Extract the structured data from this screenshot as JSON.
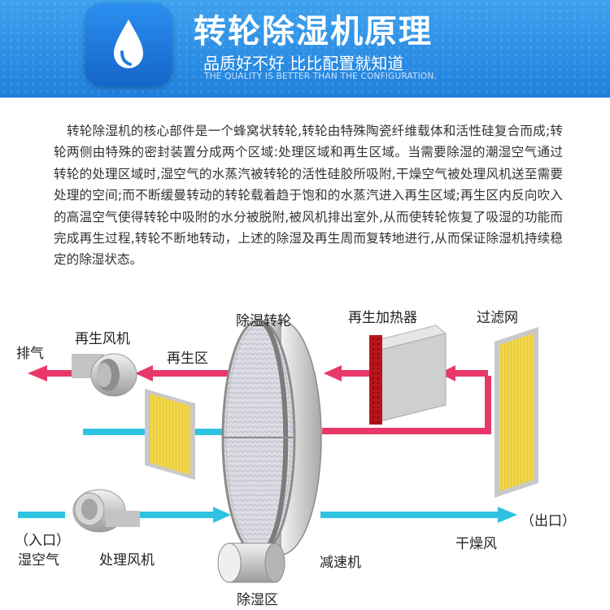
{
  "header": {
    "title": "转轮除湿机原理",
    "slogan": "品质好不好 比比配置就知道",
    "slogan_en": "THE QUALITY IS BETTER THAN THE CONFIGURATION."
  },
  "description": "转轮除湿机的核心部件是一个蜂窝状转轮,转轮由特殊陶瓷纤维载体和活性硅复合而成;转轮两侧由特殊的密封装置分成两个区域:处理区域和再生区域。当需要除湿的潮湿空气通过转轮的处理区域时,湿空气的水蒸汽被转轮的活性硅胶所吸附,干燥空气被处理风机送至需要处理的空间;而不断缓曼转动的转轮载着趋于饱和的水蒸汽进入再生区域;再生区内反向吹入的高温空气使得转轮中吸附的水分被脱附,被风机排出室外,从而使转轮恢复了吸湿的功能而完成再生过程,转轮不断地转动，上述的除湿及再生周而复转地进行,从而保证除湿机持续稳定的除湿状态。",
  "diagram": {
    "labels": {
      "rotor": "除湿转轮",
      "heater": "再生加热器",
      "filter": "过滤网",
      "exhaust": "排气",
      "regen_fan": "再生风机",
      "regen_zone": "再生区",
      "inlet": "（入口）",
      "wet_air": "湿空气",
      "process_fan": "处理风机",
      "outlet": "（出口）",
      "dry_air": "干燥风",
      "reducer": "减速机",
      "dehumid_zone": "除湿区"
    },
    "colors": {
      "regen_flow": "#e8386a",
      "process_flow": "#2ec3e0",
      "heater": "#b8141c",
      "filter": "#f2d64a",
      "banner": "#2b8ee8"
    }
  }
}
